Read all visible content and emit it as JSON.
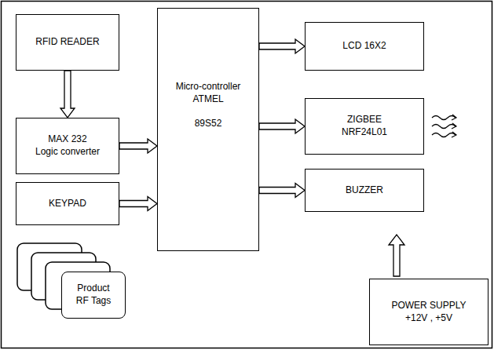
{
  "diagram": {
    "nodes": [
      {
        "text": [
          "RFID READER"
        ]
      },
      {
        "text": [
          "MAX 232 Logic converter"
        ]
      },
      {
        "text": [
          "KEYPAD"
        ]
      },
      {
        "text": [
          "Micro-controller ATMEL",
          "89S52"
        ]
      },
      {
        "text": [
          "LCD 16X2"
        ]
      },
      {
        "text": [
          "ZIGBEE NRF24L01"
        ]
      },
      {
        "text": [
          "BUZZER"
        ]
      },
      {
        "text": [
          "Product RF Tags"
        ]
      },
      {
        "text": [
          "POWER SUPPLY +12V , +5V"
        ]
      }
    ],
    "edges": [
      {
        "from": 0,
        "to": 1,
        "arrow": "to"
      },
      {
        "from": 1,
        "to": 3,
        "arrow": "to"
      },
      {
        "from": 2,
        "to": 3,
        "arrow": "to"
      },
      {
        "from": 3,
        "to": 4,
        "arrow": "to"
      },
      {
        "from": 3,
        "to": 5,
        "arrow": "to"
      },
      {
        "from": 3,
        "to": 6,
        "arrow": "to"
      }
    ]
  }
}
